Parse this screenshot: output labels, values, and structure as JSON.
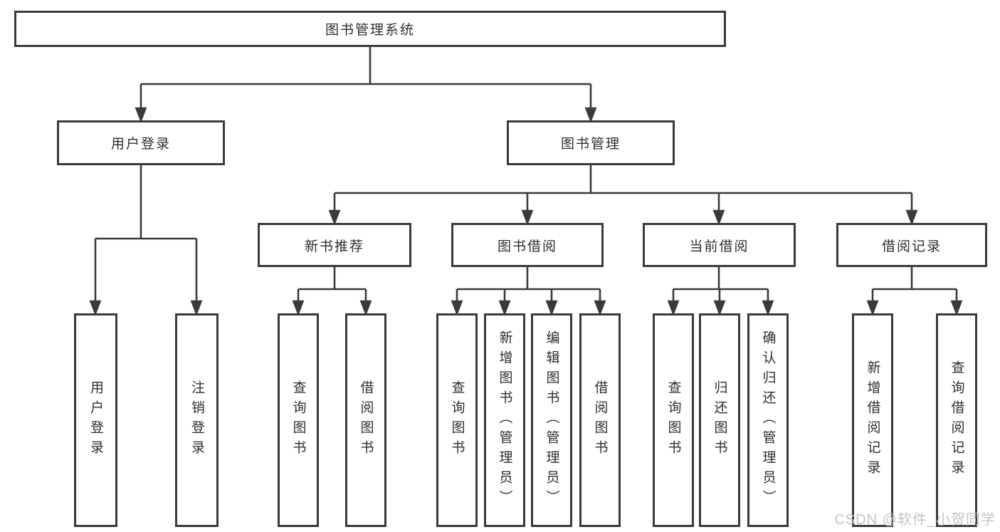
{
  "diagram": {
    "title": "图书管理系统",
    "nodes": {
      "root": "图书管理系统",
      "level1": {
        "login": "用户登录",
        "manage": "图书管理"
      },
      "level2": {
        "recommend": "新书推荐",
        "borrow": "图书借阅",
        "current": "当前借阅",
        "records": "借阅记录"
      },
      "leaves": {
        "login": [
          "用户登录",
          "注销登录"
        ],
        "recommend": [
          "查询图书",
          "借阅图书"
        ],
        "borrow": [
          "查询图书",
          "新增图书（管理员）",
          "编辑图书（管理员）",
          "借阅图书"
        ],
        "current": [
          "查询图书",
          "归还图书",
          "确认归还（管理员）"
        ],
        "records": [
          "新增借阅记录",
          "查询借阅记录"
        ]
      }
    },
    "colors": {
      "line": "#3a3a3c",
      "text": "#2e2e30",
      "background": "#ffffff",
      "watermark": "#c7c3c3"
    }
  },
  "watermark": "CSDN @软件_小贺同学"
}
